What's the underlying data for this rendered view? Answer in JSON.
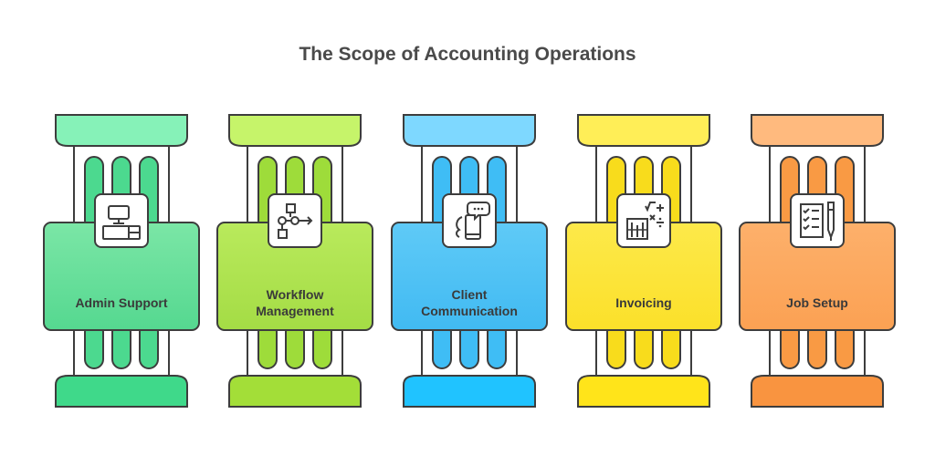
{
  "title": "The Scope of Accounting Operations",
  "pillars": [
    {
      "label": "Admin Support",
      "icon": "desk-computer-icon",
      "top": "#86f2b8",
      "mid": "#4cd98f",
      "bot": "#3fd98a",
      "body": "#55d890",
      "grad": "#7be6a6"
    },
    {
      "label": "Workflow\nManagement",
      "icon": "workflow-diagram-icon",
      "top": "#c6f46a",
      "mid": "#9edc3a",
      "bot": "#a3de38",
      "body": "#a4dc45",
      "grad": "#b9ea5c"
    },
    {
      "label": "Client\nCommunication",
      "icon": "phone-chat-icon",
      "top": "#7ed8ff",
      "mid": "#3fbdf5",
      "bot": "#20c3ff",
      "body": "#41baf2",
      "grad": "#5fcaf7"
    },
    {
      "label": "Invoicing",
      "icon": "calculator-books-icon",
      "top": "#ffee57",
      "mid": "#f8dc1c",
      "bot": "#ffe41a",
      "body": "#fbe02a",
      "grad": "#fde94a"
    },
    {
      "label": "Job Setup",
      "icon": "checklist-pen-icon",
      "top": "#ffba7e",
      "mid": "#f99a44",
      "bot": "#f99440",
      "body": "#fba153",
      "grad": "#fdb06b"
    }
  ]
}
